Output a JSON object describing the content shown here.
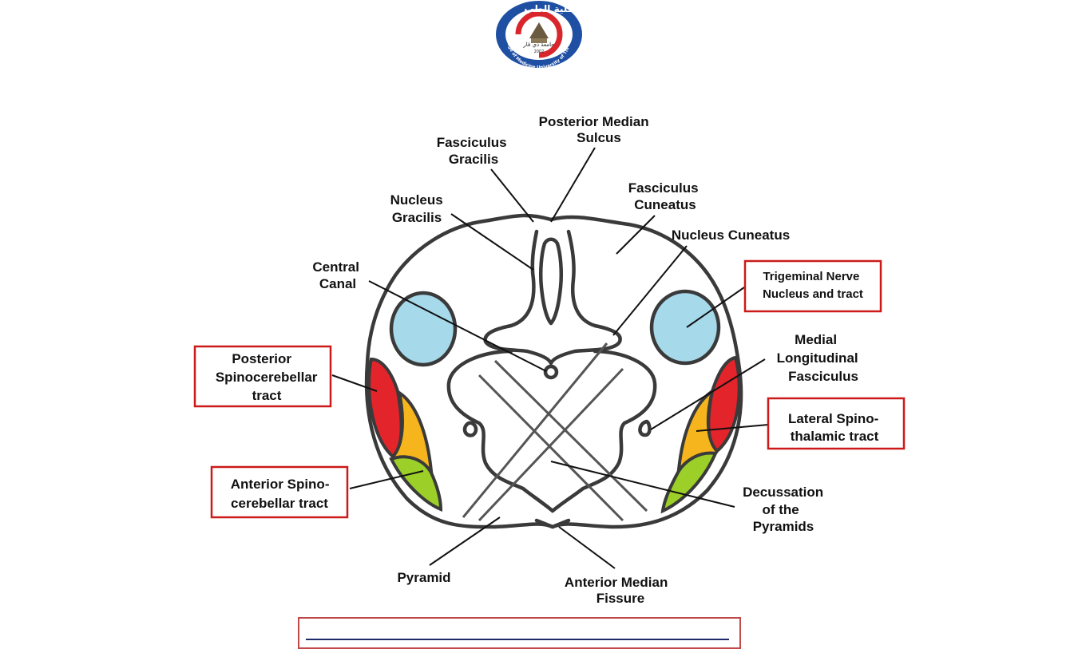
{
  "logo": {
    "arabic_title": "كلية الطب",
    "arabic_subtitle": "جامعة ذي قار",
    "year": "2002",
    "ring_text": "College of Medicine University of Thi - Qar"
  },
  "labels": {
    "posterior_median_sulcus": [
      "Posterior Median",
      "Sulcus"
    ],
    "fasciculus_gracilis": [
      "Fasciculus",
      "Gracilis"
    ],
    "fasciculus_cuneatus": [
      "Fasciculus",
      "Cuneatus"
    ],
    "nucleus_gracilis": [
      "Nucleus",
      "Gracilis"
    ],
    "nucleus_cuneatus": [
      "Nucleus Cuneatus"
    ],
    "central_canal": [
      "Central",
      "Canal"
    ],
    "trigeminal": [
      "Trigeminal Nerve",
      "Nucleus and tract"
    ],
    "posterior_spinocerebellar": [
      "Posterior",
      "Spinocerebellar",
      "tract"
    ],
    "medial_longitudinal": [
      "Medial",
      "Longitudinal",
      "Fasciculus"
    ],
    "lateral_spinothalamic": [
      "Lateral Spino-",
      "thalamic tract"
    ],
    "anterior_spinocerebellar": [
      "Anterior Spino-",
      "cerebellar tract"
    ],
    "decussation": [
      "Decussation",
      "of the",
      "Pyramids"
    ],
    "pyramid": [
      "Pyramid"
    ],
    "anterior_median_fissure": [
      "Anterior Median",
      "Fissure"
    ]
  },
  "colors": {
    "trigeminal": "#a6d9ea",
    "posterior_spinocerebellar": "#e3242b",
    "lateral_spinothalamic": "#f6b51c",
    "anterior_spinocerebellar": "#9ccf28",
    "highlight_box": "#cc1a1a",
    "outline": "#3a3a3a"
  }
}
